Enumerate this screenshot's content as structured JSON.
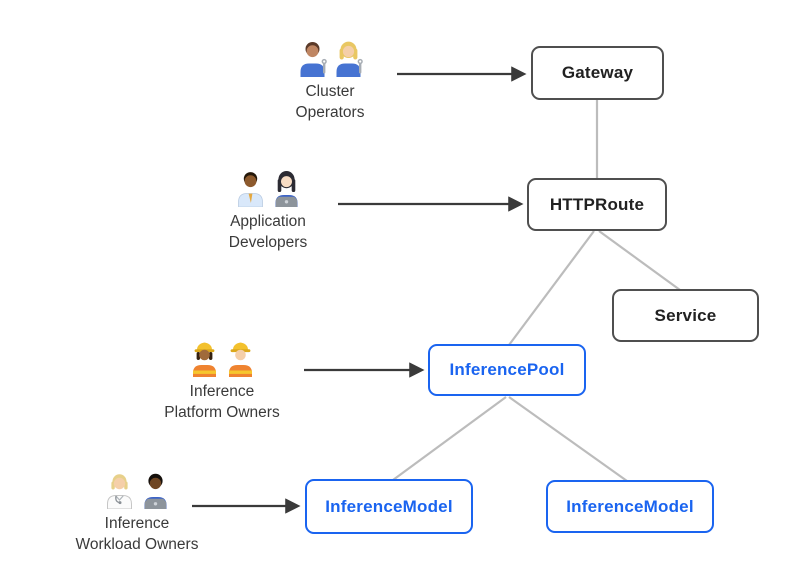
{
  "colors": {
    "background": "#ffffff",
    "node_border_dark": "#4f4f4f",
    "node_text_dark": "#212121",
    "blue_accent": "#1a64f0",
    "connector_gray": "#bcbcbc",
    "arrow_dark": "#3a3a3a",
    "persona_text": "#3a3a3a"
  },
  "personas": [
    {
      "lines": [
        "Cluster",
        "Operators"
      ],
      "icons": [
        "man-mechanic",
        "woman-mechanic"
      ],
      "emoji": "👨🏽‍🔧 👩🏼‍🔧"
    },
    {
      "lines": [
        "Application",
        "Developers"
      ],
      "icons": [
        "man-office-worker",
        "woman-technologist"
      ],
      "emoji": "👨🏾‍💼 👩🏻‍💻"
    },
    {
      "lines": [
        "Inference",
        "Platform Owners"
      ],
      "icons": [
        "woman-construction-worker",
        "man-construction-worker"
      ],
      "emoji": "👷🏾‍♀️ 👷🏼"
    },
    {
      "lines": [
        "Inference",
        "Workload Owners"
      ],
      "icons": [
        "health-worker",
        "man-technologist"
      ],
      "emoji": "🧑🏼‍⚕️ 👨🏿‍💻"
    }
  ],
  "nodes": [
    {
      "label": "Gateway",
      "variant": "dark"
    },
    {
      "label": "HTTPRoute",
      "variant": "dark"
    },
    {
      "label": "Service",
      "variant": "dark"
    },
    {
      "label": "InferencePool",
      "variant": "blue"
    },
    {
      "label": "InferenceModel",
      "variant": "blue"
    },
    {
      "label": "InferenceModel",
      "variant": "blue"
    }
  ],
  "edges": [
    {
      "from": "Gateway",
      "to": "HTTPRoute",
      "type": "line"
    },
    {
      "from": "HTTPRoute",
      "to": "InferencePool",
      "type": "line"
    },
    {
      "from": "HTTPRoute",
      "to": "Service",
      "type": "line"
    },
    {
      "from": "InferencePool",
      "to": "InferenceModel (left)",
      "type": "line"
    },
    {
      "from": "InferencePool",
      "to": "InferenceModel (right)",
      "type": "line"
    },
    {
      "from": "Cluster Operators",
      "to": "Gateway",
      "type": "arrow"
    },
    {
      "from": "Application Developers",
      "to": "HTTPRoute",
      "type": "arrow"
    },
    {
      "from": "Inference Platform Owners",
      "to": "InferencePool",
      "type": "arrow"
    },
    {
      "from": "Inference Workload Owners",
      "to": "InferenceModel (left)",
      "type": "arrow"
    }
  ]
}
